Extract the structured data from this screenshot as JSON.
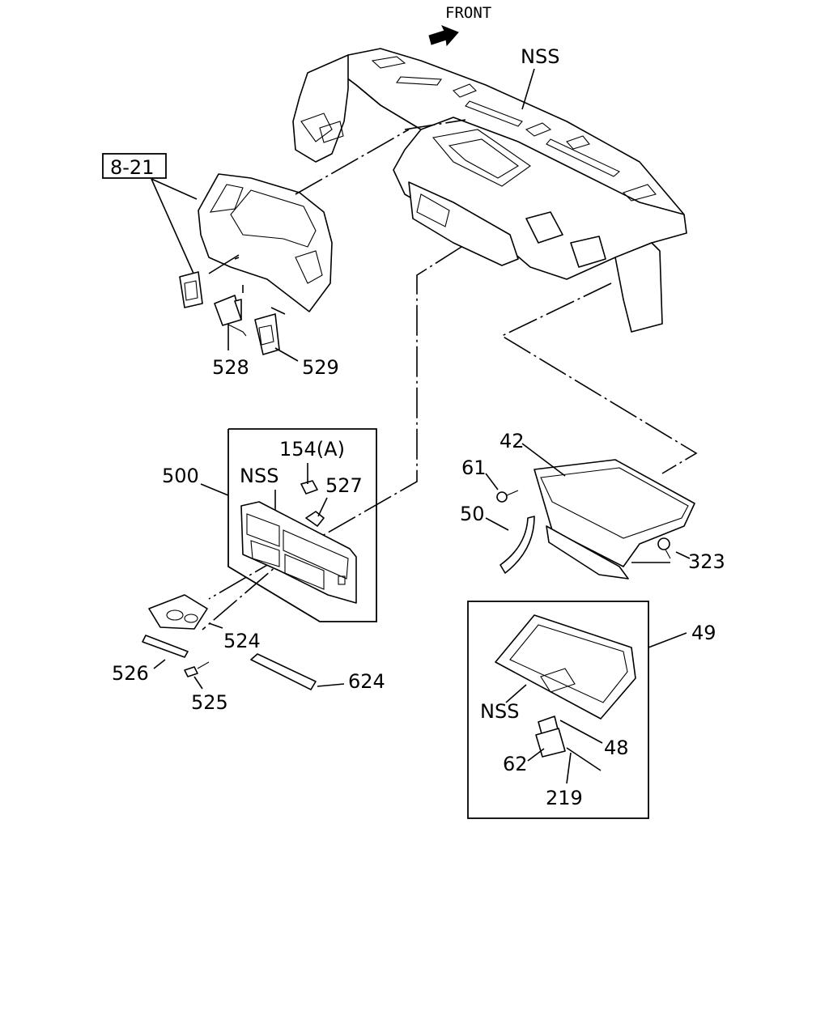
{
  "front_label": "FRONT",
  "ref_box": "8-21",
  "labels": {
    "nss_top": "NSS",
    "p528": "528",
    "p529": "529",
    "p154a": "154(A)",
    "p500": "500",
    "nss_mid": "NSS",
    "p527": "527",
    "p524": "524",
    "p526": "526",
    "p525": "525",
    "p624": "624",
    "p42": "42",
    "p61": "61",
    "p50": "50",
    "p323": "323",
    "p49": "49",
    "nss_low": "NSS",
    "p48": "48",
    "p62": "62",
    "p219": "219"
  }
}
